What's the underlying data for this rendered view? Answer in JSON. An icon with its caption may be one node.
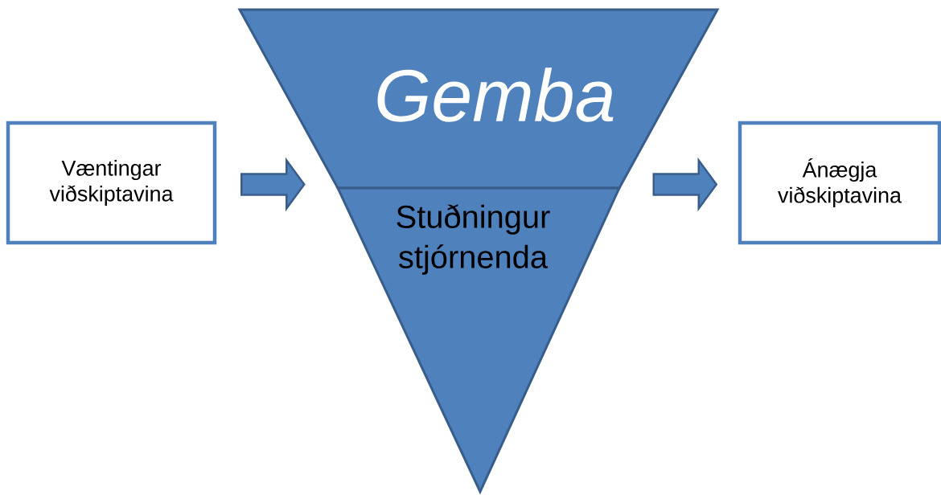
{
  "diagram": {
    "nodes": [
      {
        "text": [
          "Væntingar viðskiptavina"
        ]
      },
      {
        "text": [
          "Gemba"
        ]
      },
      {
        "text": [
          "Stuðningur stjórnenda"
        ]
      },
      {
        "text": [
          "Ánægja viðskiptavina"
        ]
      }
    ],
    "edges": [
      {
        "from": 0,
        "to": 1,
        "arrow": "to"
      },
      {
        "from": 1,
        "to": 3,
        "arrow": "to"
      }
    ]
  }
}
